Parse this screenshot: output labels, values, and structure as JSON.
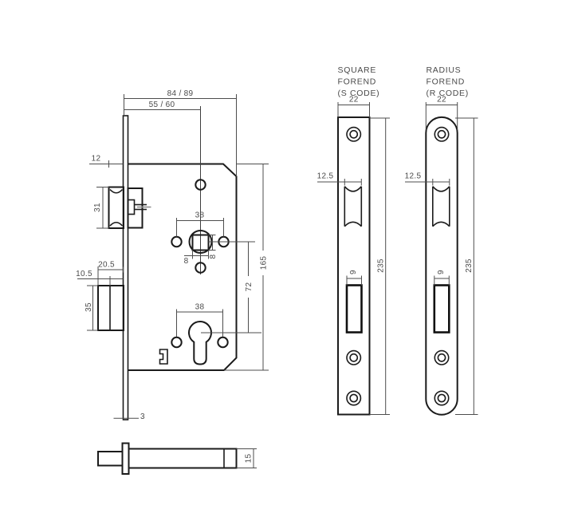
{
  "colors": {
    "line": "#1b1b1b",
    "dim_line": "#4d4d4d",
    "text": "#4a4a4a",
    "background": "#ffffff"
  },
  "body": {
    "width": "84 / 89",
    "backset": "55 / 60",
    "latch_protrusion": "12",
    "latch_height": "31",
    "bolt_throw": "20.5",
    "bolt_mid_throw": "10.5",
    "bolt_height": "35",
    "handle_holes": "38",
    "spindle_w": "8",
    "spindle_h": "8",
    "cyl_holes": "38",
    "centres": "72",
    "case_height": "165",
    "faceplate_thickness": "3"
  },
  "plan": {
    "case_depth": "15"
  },
  "square_forend": {
    "title": [
      "SQUARE",
      "FOREND",
      "(S CODE)"
    ],
    "width": "22",
    "latch_cutout": "12.5",
    "bolt_cutout": "9",
    "length": "235"
  },
  "radius_forend": {
    "title": [
      "RADIUS",
      "FOREND",
      "(R CODE)"
    ],
    "width": "22",
    "latch_cutout": "12.5",
    "bolt_cutout": "9",
    "length": "235"
  }
}
